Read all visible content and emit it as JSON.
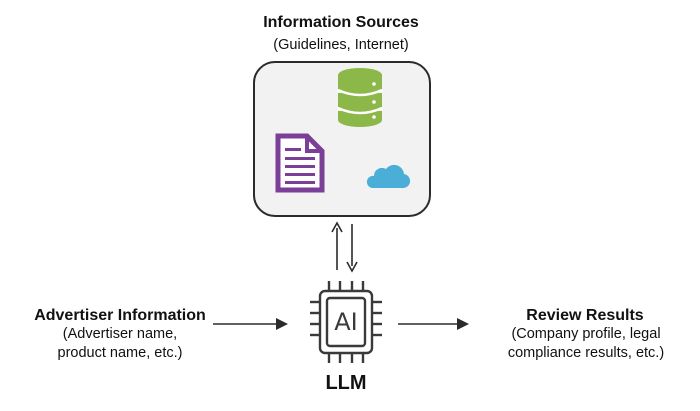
{
  "sources": {
    "title": "Information Sources",
    "subtitle": "(Guidelines, Internet)",
    "icons": [
      "database-icon",
      "document-icon",
      "cloud-icon"
    ]
  },
  "advertiser": {
    "title": "Advertiser Information",
    "lines": [
      "(Advertiser name,",
      "product name, etc.)"
    ]
  },
  "llm": {
    "chip_text": "AI",
    "label": "LLM"
  },
  "review": {
    "title": "Review Results",
    "lines": [
      "(Company profile, legal",
      "compliance results, etc.)"
    ]
  },
  "colors": {
    "database": "#8cb84a",
    "document": "#7c3f98",
    "cloud": "#4aaed6",
    "box_fill": "#f2f2f2",
    "line": "#2b2b2b"
  }
}
